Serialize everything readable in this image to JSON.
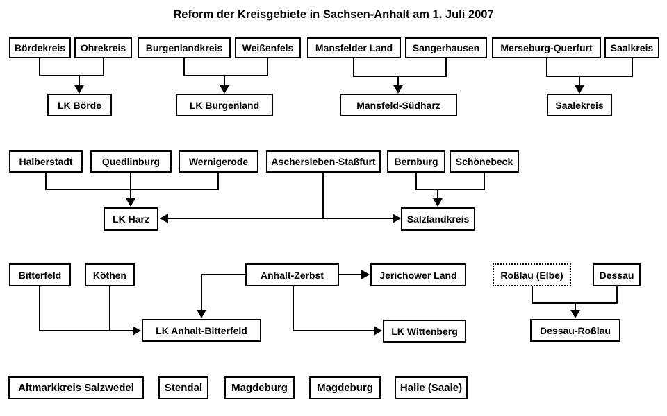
{
  "title": "Reform der Kreisgebiete in Sachsen-Anhalt am 1. Juli 2007",
  "colors": {
    "background": "#ffffff",
    "box_border": "#000000",
    "text": "#000000",
    "line": "#000000"
  },
  "nodes": {
    "boerdekreis": "Bördekreis",
    "ohrekreis": "Ohrekreis",
    "burgenlandkreis": "Burgenlandkreis",
    "weissenfels": "Weißenfels",
    "mansfelder_land": "Mansfelder Land",
    "sangerhausen": "Sangerhausen",
    "merseburg_querfurt": "Merseburg-Querfurt",
    "saalkreis": "Saalkreis",
    "lk_boerde": "LK Börde",
    "lk_burgenland": "LK Burgenland",
    "mansfeld_suedharz": "Mansfeld-Südharz",
    "saalekreis": "Saalekreis",
    "halberstadt": "Halberstadt",
    "quedlinburg": "Quedlinburg",
    "wernigerode": "Wernigerode",
    "aschersleben_stassfurt": "Aschersleben-Staßfurt",
    "bernburg": "Bernburg",
    "schoenebeck": "Schönebeck",
    "lk_harz": "LK Harz",
    "salzlandkreis": "Salzlandkreis",
    "bitterfeld": "Bitterfeld",
    "koethen": "Köthen",
    "anhalt_zerbst": "Anhalt-Zerbst",
    "jerichower_land": "Jerichower Land",
    "rosslau_elbe": "Roßlau (Elbe)",
    "dessau": "Dessau",
    "lk_anhalt_bitterfeld": "LK Anhalt-Bitterfeld",
    "lk_wittenberg": "LK Wittenberg",
    "dessau_rosslau": "Dessau-Roßlau",
    "altmarkkreis_salzwedel": "Altmarkkreis Salzwedel",
    "stendal": "Stendal",
    "magdeburg_1": "Magdeburg",
    "magdeburg_2": "Magdeburg",
    "halle_saale": "Halle (Saale)"
  },
  "merges": [
    {
      "sources": [
        "Bördekreis",
        "Ohrekreis"
      ],
      "target": "LK Börde"
    },
    {
      "sources": [
        "Burgenlandkreis",
        "Weißenfels"
      ],
      "target": "LK Burgenland"
    },
    {
      "sources": [
        "Mansfelder Land",
        "Sangerhausen"
      ],
      "target": "Mansfeld-Südharz"
    },
    {
      "sources": [
        "Merseburg-Querfurt",
        "Saalkreis"
      ],
      "target": "Saalekreis"
    },
    {
      "sources": [
        "Halberstadt",
        "Quedlinburg",
        "Wernigerode",
        "Aschersleben-Staßfurt"
      ],
      "target": "LK Harz"
    },
    {
      "sources": [
        "Aschersleben-Staßfurt",
        "Bernburg",
        "Schönebeck"
      ],
      "target": "Salzlandkreis"
    },
    {
      "sources": [
        "Bitterfeld",
        "Köthen",
        "Anhalt-Zerbst"
      ],
      "target": "LK Anhalt-Bitterfeld"
    },
    {
      "sources": [
        "Anhalt-Zerbst"
      ],
      "target": "Jerichower Land"
    },
    {
      "sources": [
        "Anhalt-Zerbst"
      ],
      "target": "LK Wittenberg"
    },
    {
      "sources": [
        "Roßlau (Elbe)",
        "Dessau"
      ],
      "target": "Dessau-Roßlau"
    }
  ],
  "unchanged": [
    "Altmarkkreis Salzwedel",
    "Stendal",
    "Magdeburg",
    "Magdeburg",
    "Halle (Saale)"
  ]
}
